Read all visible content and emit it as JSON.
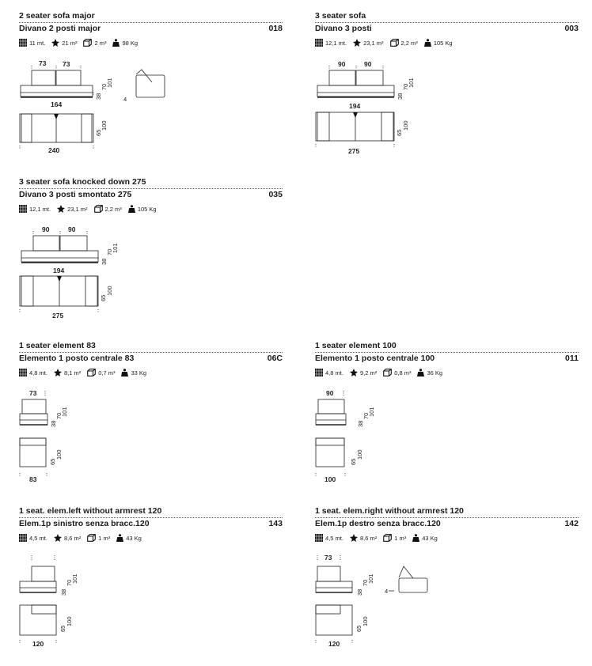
{
  "products": [
    {
      "title_en": "2 seater sofa major",
      "title_it": "Divano 2 posti major",
      "code": "018",
      "specs": {
        "fabric": "11 mt.",
        "leather": "21 m²",
        "volume": "2 m³",
        "weight": "98 Kg"
      },
      "dims": {
        "seat_widths": [
          "73",
          "73"
        ],
        "front_width": "164",
        "overall_width": "240",
        "heights": [
          "38",
          "70",
          "101"
        ],
        "depths": [
          "65",
          "100"
        ],
        "side_tag": "4"
      }
    },
    {
      "title_en": "3 seater sofa",
      "title_it": "Divano 3 posti",
      "code": "003",
      "specs": {
        "fabric": "12,1 mt.",
        "leather": "23,1 m²",
        "volume": "2,2 m³",
        "weight": "105 Kg"
      },
      "dims": {
        "seat_widths": [
          "90",
          "90"
        ],
        "front_width": "194",
        "overall_width": "275",
        "heights": [
          "38",
          "70",
          "101"
        ],
        "depths": [
          "65",
          "100"
        ]
      }
    },
    {
      "title_en": "3 seater sofa knocked down 275",
      "title_it": "Divano 3 posti smontato 275",
      "code": "035",
      "specs": {
        "fabric": "12,1 mt.",
        "leather": "23,1 m²",
        "volume": "2,2 m³",
        "weight": "105 Kg"
      },
      "dims": {
        "seat_widths": [
          "90",
          "90"
        ],
        "front_width": "194",
        "overall_width": "275",
        "heights": [
          "38",
          "70",
          "101"
        ],
        "depths": [
          "65",
          "100"
        ]
      }
    },
    {
      "title_en": "1 seater element 83",
      "title_it": "Elemento 1 posto centrale 83",
      "code": "06C",
      "specs": {
        "fabric": "4,8 mt.",
        "leather": "8,1 m²",
        "volume": "0,7 m³",
        "weight": "33 Kg"
      },
      "dims": {
        "seat_widths": [
          "73"
        ],
        "overall_width": "83",
        "heights": [
          "38",
          "70",
          "101"
        ],
        "depths": [
          "65",
          "100"
        ]
      }
    },
    {
      "title_en": "1 seater element 100",
      "title_it": "Elemento 1 posto centrale 100",
      "code": "011",
      "specs": {
        "fabric": "4,8 mt.",
        "leather": "9,2 m²",
        "volume": "0,8 m³",
        "weight": "36 Kg"
      },
      "dims": {
        "seat_widths": [
          "90"
        ],
        "overall_width": "100",
        "heights": [
          "38",
          "70",
          "101"
        ],
        "depths": [
          "65",
          "100"
        ]
      }
    },
    {
      "title_en": "1 seat. elem.left without armrest 120",
      "title_it": "Elem.1p sinistro senza bracc.120",
      "code": "143",
      "specs": {
        "fabric": "4,5 mt.",
        "leather": "8,6 m²",
        "volume": "1 m³",
        "weight": "43 Kg"
      },
      "dims": {
        "seat_widths": [],
        "overall_width": "120",
        "heights": [
          "38",
          "70",
          "101"
        ],
        "depths": [
          "65",
          "100"
        ]
      }
    },
    {
      "title_en": "1 seat. elem.right without armrest 120",
      "title_it": "Elem.1p destro senza bracc.120",
      "code": "142",
      "specs": {
        "fabric": "4,5 mt.",
        "leather": "8,6 m²",
        "volume": "1 m³",
        "weight": "43 Kg"
      },
      "dims": {
        "seat_widths": [
          "73"
        ],
        "overall_width": "120",
        "heights": [
          "38",
          "70",
          "101"
        ],
        "depths": [
          "65",
          "100"
        ],
        "side_tag": "4"
      }
    }
  ]
}
